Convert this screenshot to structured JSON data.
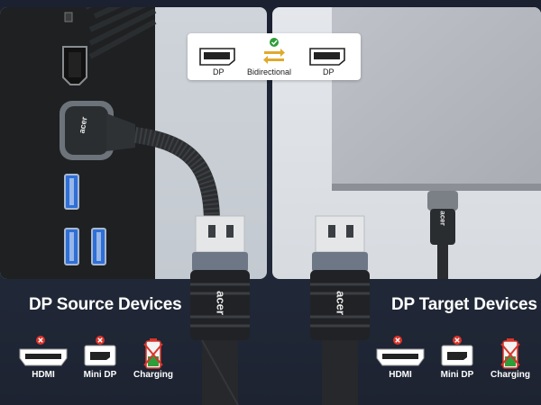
{
  "badge": {
    "left_port": "DP",
    "middle": "Bidirectional",
    "right_port": "DP"
  },
  "headings": {
    "source": "DP Source Devices",
    "target": "DP Target Devices"
  },
  "cable_brand": "acer",
  "source_items": [
    {
      "label": "HDMI",
      "icon": "hdmi-port-icon"
    },
    {
      "label": "Mini DP",
      "icon": "mini-dp-port-icon"
    },
    {
      "label": "Charging",
      "icon": "battery-charging-icon"
    }
  ],
  "target_items": [
    {
      "label": "HDMI",
      "icon": "hdmi-port-icon"
    },
    {
      "label": "Mini DP",
      "icon": "mini-dp-port-icon"
    },
    {
      "label": "Charging",
      "icon": "battery-charging-icon"
    }
  ],
  "colors": {
    "background": "#1c2230",
    "check_green": "#2e9e3a",
    "cross_red": "#d9342b",
    "usb_blue": "#2f6fd6",
    "arrow_gold": "#e0a92a"
  }
}
